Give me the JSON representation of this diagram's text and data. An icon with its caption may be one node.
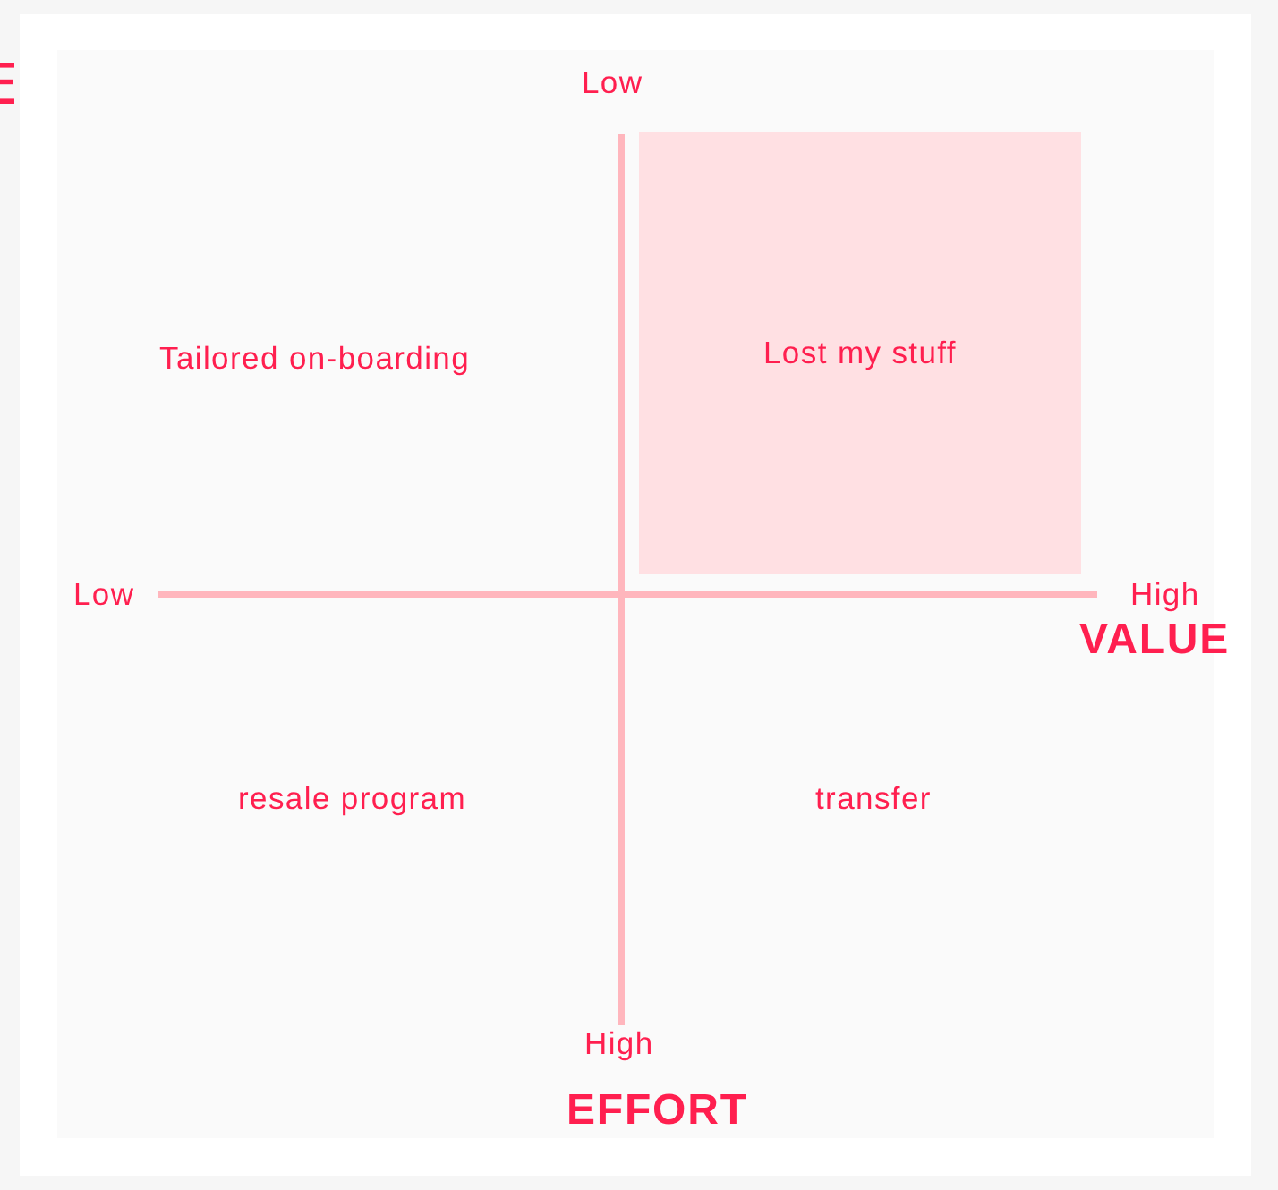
{
  "diagram": {
    "nodes": [
      {
        "text": [
          "Lost my stuff"
        ]
      }
    ],
    "labels": [
      "Low",
      "Tailored on-boarding",
      "Low",
      "High",
      "VALUE",
      "resale program",
      "transfer",
      "High",
      "EFFORT"
    ]
  }
}
